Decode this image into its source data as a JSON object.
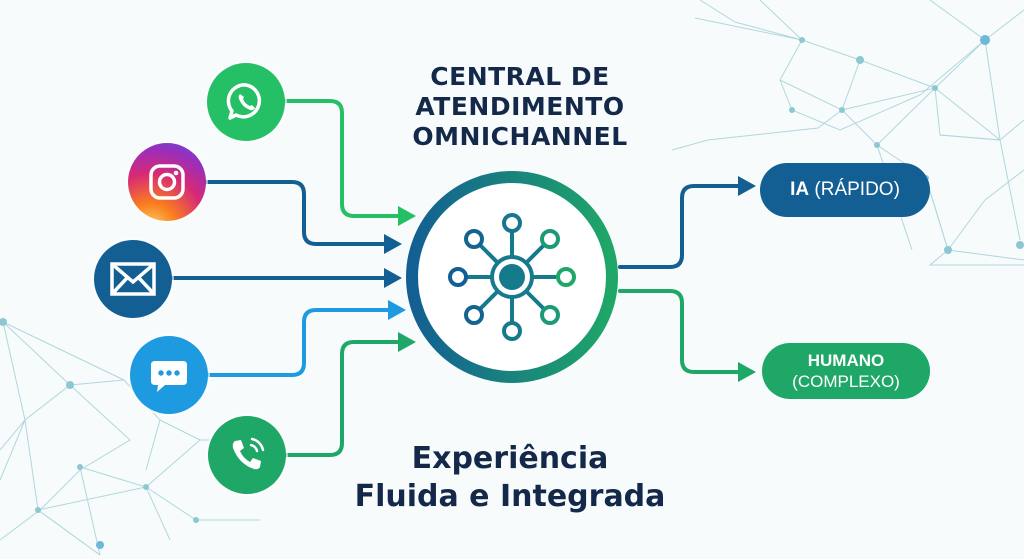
{
  "header": {
    "title_lines": [
      "CENTRAL DE",
      "ATENDIMENTO",
      "OMNICHANNEL"
    ]
  },
  "footer": {
    "subtitle_lines": [
      "Experiência",
      "Fluida e Integrada"
    ]
  },
  "hub": {
    "icon": "network-hub-icon",
    "ring_gradient": [
      "#135f93",
      "#1fa767"
    ]
  },
  "channels": [
    {
      "id": "whatsapp",
      "icon": "whatsapp-icon",
      "color": "#25c065"
    },
    {
      "id": "instagram",
      "icon": "instagram-icon",
      "color": "#c13584"
    },
    {
      "id": "email",
      "icon": "email-envelope-icon",
      "color": "#135f93"
    },
    {
      "id": "chat",
      "icon": "chat-bubble-icon",
      "color": "#1e9be0"
    },
    {
      "id": "phone",
      "icon": "phone-icon",
      "color": "#1fa767"
    }
  ],
  "outputs": [
    {
      "id": "ia",
      "bold": "IA",
      "rest": "(RÁPIDO)",
      "color": "#135f93"
    },
    {
      "id": "humano",
      "bold": "HUMANO",
      "rest": "(COMPLEXO)",
      "color": "#1fa767"
    }
  ],
  "colors": {
    "navy_text": "#14294a",
    "dark_blue": "#135f93",
    "light_blue": "#1e9be0",
    "green": "#1fa767",
    "bright_green": "#25c065",
    "network_lines": "#9fcfd6",
    "background": "#f7fbfc"
  }
}
